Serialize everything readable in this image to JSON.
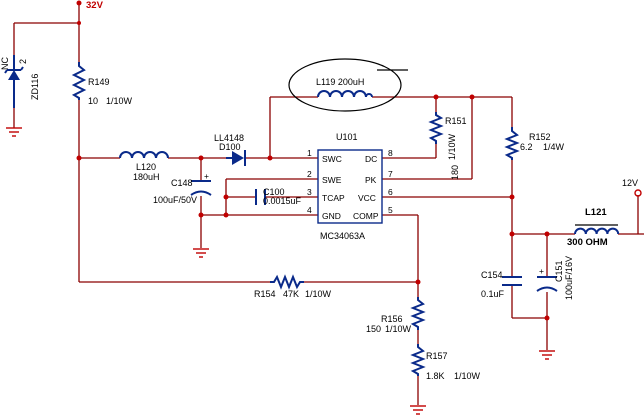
{
  "rails": {
    "v32": "32V",
    "v12": "12V"
  },
  "ic": {
    "ref": "U101",
    "part": "MC34063A",
    "pins": [
      {
        "num": "1",
        "name": "SWC"
      },
      {
        "num": "2",
        "name": "SWE"
      },
      {
        "num": "3",
        "name": "TCAP"
      },
      {
        "num": "4",
        "name": "GND"
      },
      {
        "num": "5",
        "name": "COMP"
      },
      {
        "num": "6",
        "name": "VCC"
      },
      {
        "num": "7",
        "name": "PK"
      },
      {
        "num": "8",
        "name": "DC"
      }
    ]
  },
  "components": {
    "zd116": {
      "ref": "ZD116",
      "value": "NC",
      "pin": "2"
    },
    "r149": {
      "ref": "R149",
      "value": "10",
      "rating": "1/10W"
    },
    "l120": {
      "ref": "L120",
      "value": "180uH"
    },
    "d100": {
      "part": "LL4148",
      "ref": "D100"
    },
    "c148": {
      "ref": "C148",
      "value": "100uF/50V"
    },
    "c100": {
      "ref": "C100",
      "value": "0.0015uF"
    },
    "l119": {
      "text": "L119  200uH"
    },
    "r151": {
      "ref": "R151",
      "rating": "1/10W",
      "value": "180"
    },
    "r152": {
      "ref": "R152",
      "value": "6.2",
      "rating": "1/4W"
    },
    "r154": {
      "ref": "R154",
      "value": "47K",
      "rating": "1/10W"
    },
    "r156": {
      "ref": "R156",
      "value": "150",
      "rating": "1/10W"
    },
    "r157": {
      "ref": "R157",
      "value": "1.8K",
      "rating": "1/10W"
    },
    "c154": {
      "ref": "C154",
      "value": "0.1uF"
    },
    "c151": {
      "ref": "C151",
      "value": "100uF/16V"
    },
    "l121": {
      "ref": "L121",
      "value": "300 OHM"
    }
  }
}
